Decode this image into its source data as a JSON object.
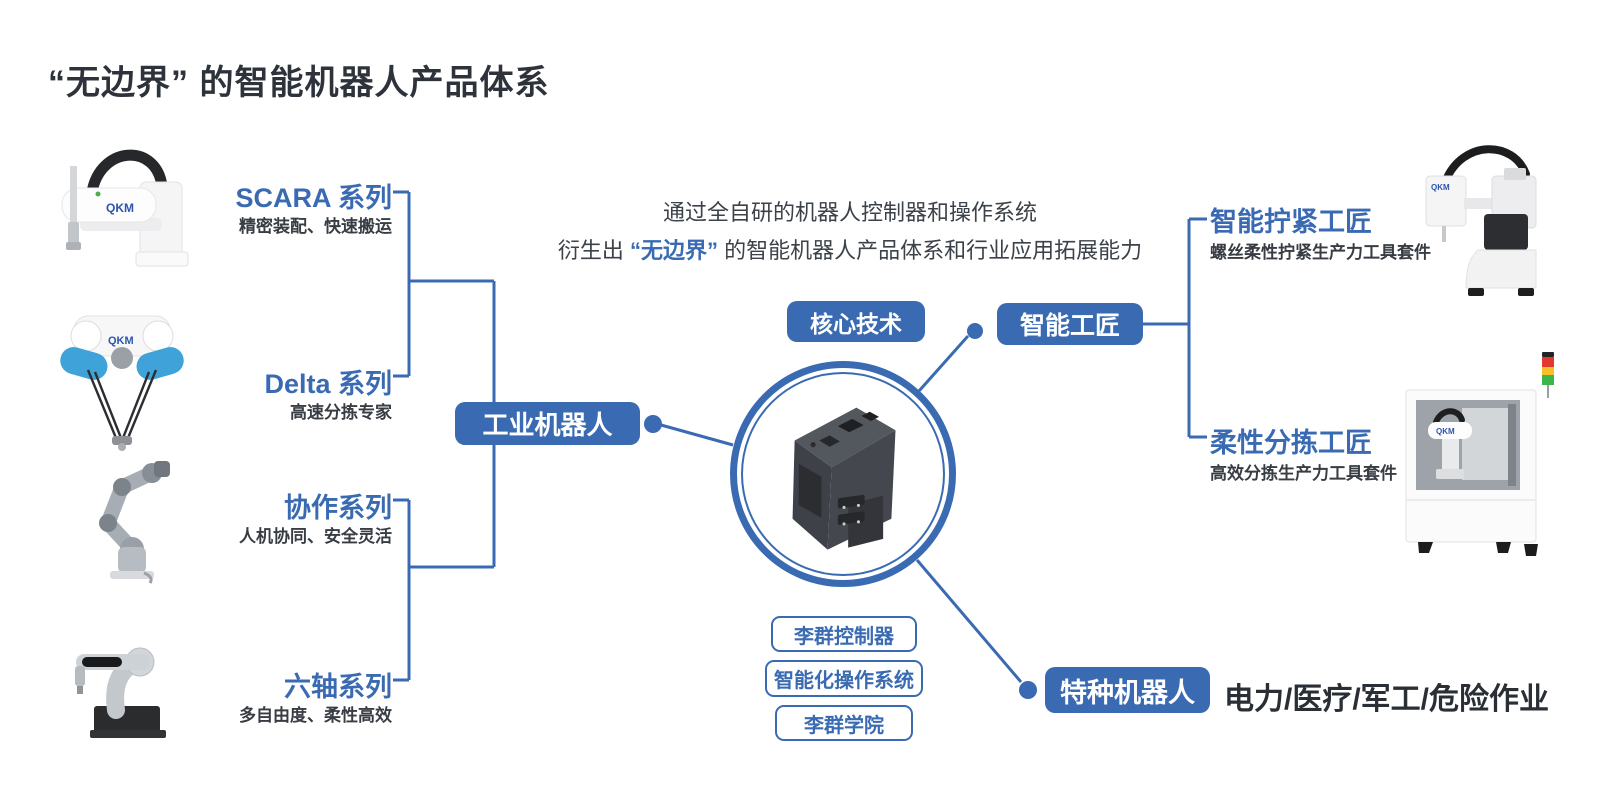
{
  "page": {
    "title": "“无边界” 的智能机器人产品体系"
  },
  "colors": {
    "accent": "#3A6BB2",
    "dark_text": "#2E333B"
  },
  "brand": "QKM",
  "intro": {
    "line1": "通过全自研的机器人控制器和操作系统",
    "line2_prefix": "衍生出 ",
    "line2_highlight": "“无边界”",
    "line2_suffix": " 的智能机器人产品体系和行业应用拓展能力"
  },
  "series": [
    {
      "name": "SCARA 系列",
      "desc": "精密装配、快速搬运",
      "image": "scara-robot"
    },
    {
      "name": "Delta 系列",
      "desc": "高速分拣专家",
      "image": "delta-robot"
    },
    {
      "name": "协作系列",
      "desc": "人机协同、安全灵活",
      "image": "cobot-robot"
    },
    {
      "name": "六轴系列",
      "desc": "多自由度、柔性高效",
      "image": "six-axis-robot"
    }
  ],
  "nodes": {
    "industrial": "工业机器人",
    "core_tech": "核心技术",
    "smart_craftsman": "智能工匠",
    "special_robot": "特种机器人",
    "special_fields": "电力/医疗/军工/危险作业"
  },
  "craftsmen": [
    {
      "name": "智能拧紧工匠",
      "desc": "螺丝柔性拧紧生产力工具套件",
      "image": "screw-tightening-machine"
    },
    {
      "name": "柔性分拣工匠",
      "desc": "高效分拣生产力工具套件",
      "image": "sorting-workstation"
    }
  ],
  "core_items": [
    {
      "label": "李群控制器"
    },
    {
      "label": "智能化操作系统"
    },
    {
      "label": "李群学院"
    }
  ]
}
